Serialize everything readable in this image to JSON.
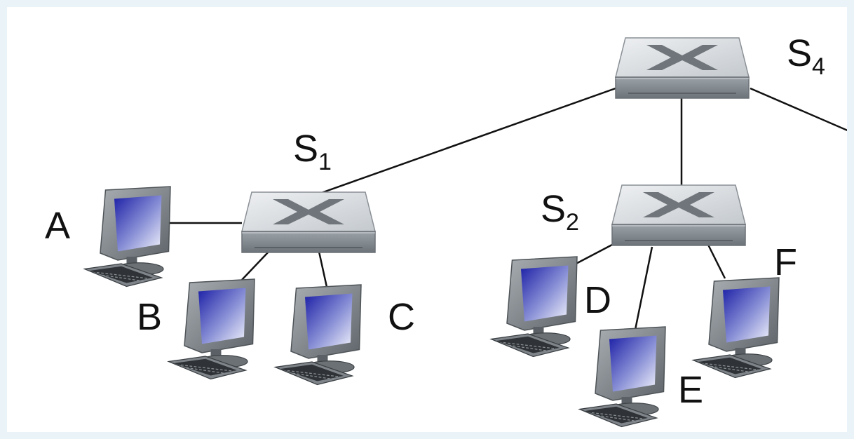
{
  "diagram": {
    "switches": [
      {
        "id": "S1",
        "letter": "S",
        "subscript": "1"
      },
      {
        "id": "S2",
        "letter": "S",
        "subscript": "2"
      },
      {
        "id": "S4",
        "letter": "S",
        "subscript": "4"
      }
    ],
    "hosts": [
      {
        "id": "A",
        "label": "A"
      },
      {
        "id": "B",
        "label": "B"
      },
      {
        "id": "C",
        "label": "C"
      },
      {
        "id": "D",
        "label": "D"
      },
      {
        "id": "E",
        "label": "E"
      },
      {
        "id": "F",
        "label": "F"
      }
    ],
    "links": [
      [
        "S4",
        "S1"
      ],
      [
        "S4",
        "S2"
      ],
      [
        "S4",
        "offscreen-right"
      ],
      [
        "S1",
        "A"
      ],
      [
        "S1",
        "B"
      ],
      [
        "S1",
        "C"
      ],
      [
        "S2",
        "D"
      ],
      [
        "S2",
        "E"
      ],
      [
        "S2",
        "F"
      ]
    ]
  }
}
